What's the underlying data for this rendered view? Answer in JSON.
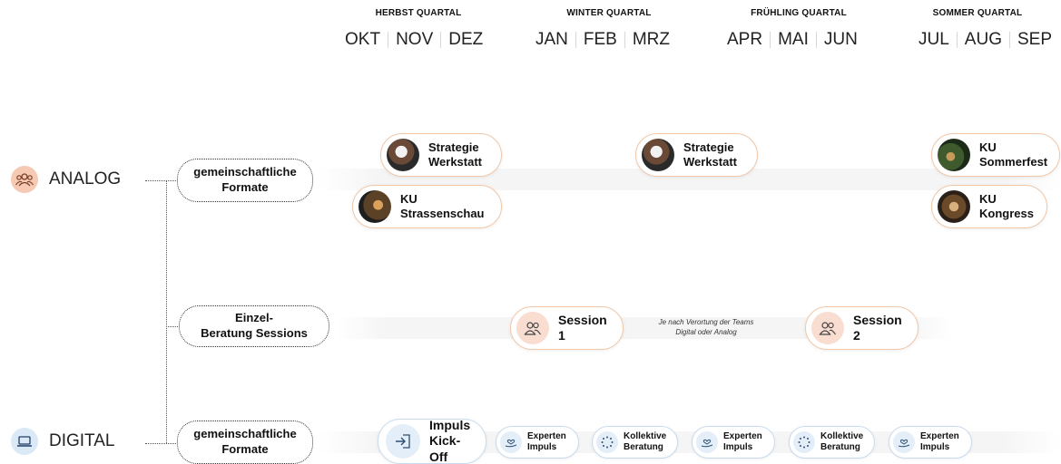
{
  "quarters": [
    {
      "label": "HERBST QUARTAL",
      "months": [
        "OKT",
        "NOV",
        "DEZ"
      ]
    },
    {
      "label": "WINTER QUARTAL",
      "months": [
        "JAN",
        "FEB",
        "MRZ"
      ]
    },
    {
      "label": "FRÜHLING QUARTAL",
      "months": [
        "APR",
        "MAI",
        "JUN"
      ]
    },
    {
      "label": "SOMMER QUARTAL",
      "months": [
        "JUL",
        "AUG",
        "SEP"
      ]
    }
  ],
  "categories": {
    "analog": {
      "label": "ANALOG",
      "icon": "people-group-icon",
      "color": "#f6c9b4"
    },
    "digital": {
      "label": "DIGITAL",
      "icon": "laptop-icon",
      "color": "#dbe8f5"
    }
  },
  "formats": {
    "analog_group": {
      "line1": "gemeinschaftliche",
      "line2": "Formate"
    },
    "individual": {
      "line1": "Einzel-",
      "line2": "Beratung Sessions"
    },
    "digital_group": {
      "line1": "gemeinschaftliche",
      "line2": "Formate"
    }
  },
  "analog_events": {
    "strategy1": {
      "line1": "Strategie",
      "line2": "Werkstatt"
    },
    "strassenschau": {
      "line1": "KU",
      "line2": "Strassenschau"
    },
    "strategy2": {
      "line1": "Strategie",
      "line2": "Werkstatt"
    },
    "sommerfest": {
      "line1": "KU",
      "line2": "Sommerfest"
    },
    "kongress": {
      "line1": "KU",
      "line2": "Kongress"
    }
  },
  "sessions": {
    "session1": "Session 1",
    "note_line1": "Je nach Verortung der Teams",
    "note_line2": "Digital oder Analog",
    "session2": "Session 2"
  },
  "digital_events": {
    "kickoff": {
      "line1": "Impuls",
      "line2": "Kick-Off"
    },
    "experten1": {
      "line1": "Experten",
      "line2": "Impuls"
    },
    "kollektiv1": {
      "line1": "Kollektive",
      "line2": "Beratung"
    },
    "experten2": {
      "line1": "Experten",
      "line2": "Impuls"
    },
    "kollektiv2": {
      "line1": "Kollektive",
      "line2": "Beratung"
    },
    "experten3": {
      "line1": "Experten",
      "line2": "Impuls"
    }
  },
  "colors": {
    "analog_accent": "#f1c7a8",
    "digital_accent": "#c8dbee"
  }
}
